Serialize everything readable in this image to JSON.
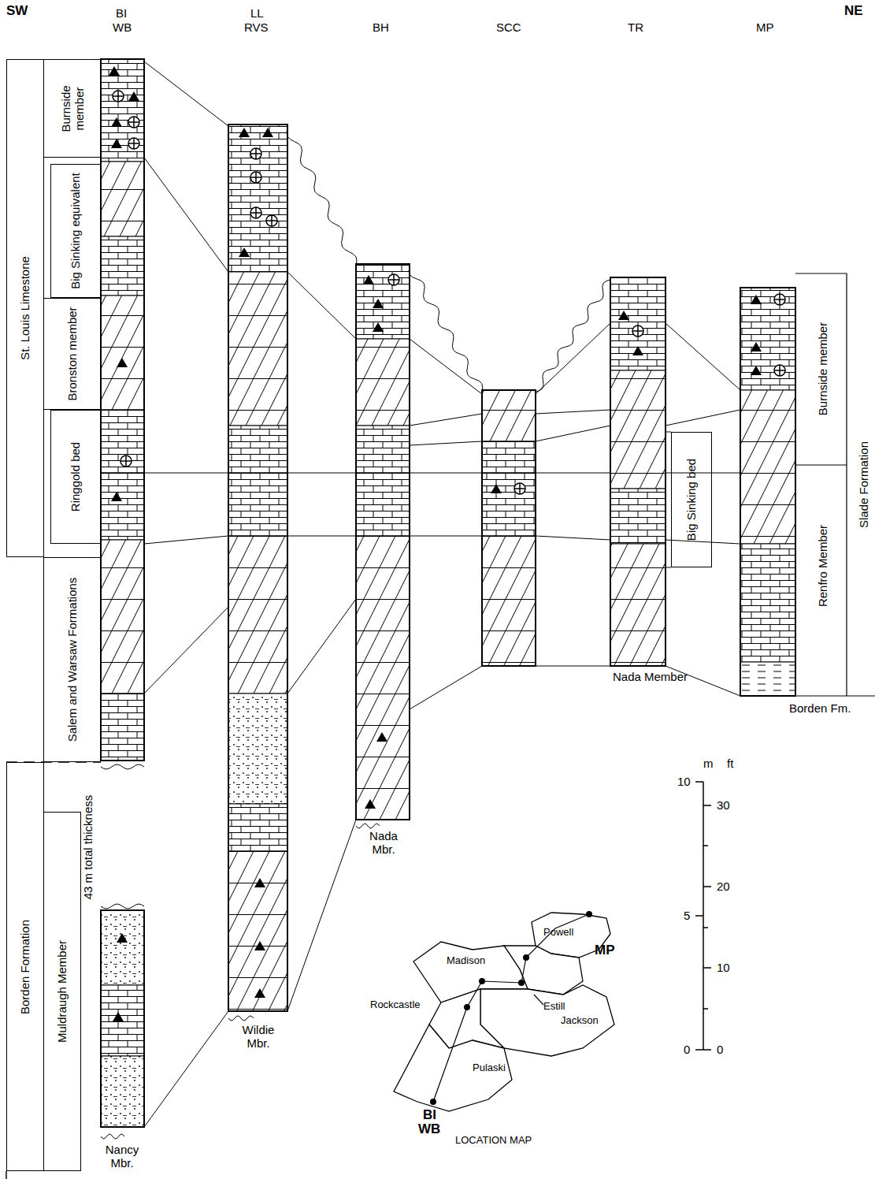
{
  "diagram": {
    "nodes": [
      {
        "text": [
          "St. Louis Limestone"
        ]
      },
      {
        "text": [
          "Burnside member"
        ]
      },
      {
        "text": [
          "Big Sinking equivalent"
        ]
      },
      {
        "text": [
          "Bronston member"
        ]
      },
      {
        "text": [
          "Ringgold bed"
        ]
      },
      {
        "text": [
          "Salem and Warsaw Formations"
        ]
      },
      {
        "text": [
          "Borden Formation"
        ]
      },
      {
        "text": [
          "Muldraugh Member"
        ]
      },
      {
        "text": [
          "Big Sinking bed"
        ]
      }
    ],
    "labels": [
      "SW",
      "NE",
      "BI",
      "WB",
      "LL",
      "RVS",
      "BH",
      "SCC",
      "TR",
      "MP",
      "43 m total thickness",
      "Nancy Mbr.",
      "Wildie Mbr.",
      "Nada Mbr.",
      "Nada Member",
      "Borden Fm.",
      "Burnside member",
      "Renfro Member",
      "Slade Formation",
      "m",
      "ft",
      "10",
      "30",
      "20",
      "5",
      "10",
      "0",
      "0",
      "Powell",
      "MP",
      "Madison",
      "Estill",
      "Rockcastle",
      "Jackson",
      "Pulaski",
      "BI",
      "WB",
      "LOCATION MAP"
    ]
  }
}
